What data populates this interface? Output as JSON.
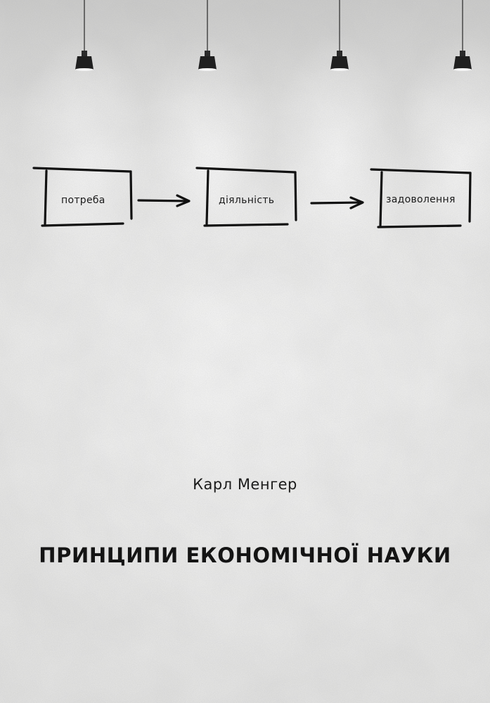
{
  "diagram": {
    "boxes": [
      {
        "label": "потреба"
      },
      {
        "label": "діяльність"
      },
      {
        "label": "задоволення"
      }
    ]
  },
  "author": "Карл Менгер",
  "title": "ПРИНЦИПИ ЕКОНОМІЧНОЇ НАУКИ",
  "colors": {
    "ink": "#141414",
    "wall": "#e9e9e8",
    "lamp": "#222222"
  },
  "icons": [
    "ceiling-lamp-icon",
    "arrow-right-icon"
  ]
}
